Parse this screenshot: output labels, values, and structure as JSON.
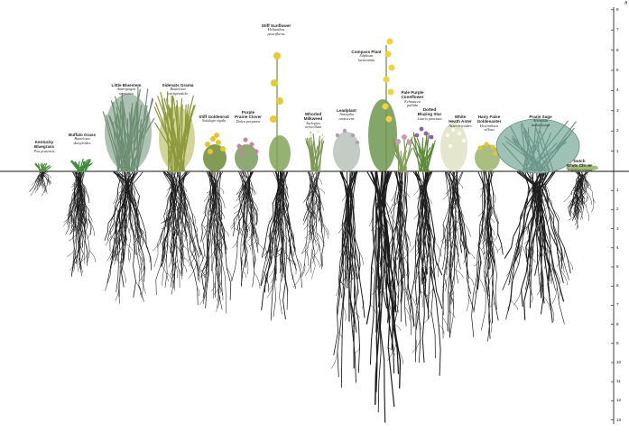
{
  "scale": {
    "unit": "ft",
    "up_ticks": [
      "8",
      "7",
      "6",
      "5",
      "4",
      "3",
      "2",
      "1"
    ],
    "down_ticks": [
      "1",
      "2",
      "3",
      "4",
      "5",
      "6",
      "7",
      "8",
      "9",
      "10",
      "11",
      "12",
      "13"
    ]
  },
  "plants": [
    {
      "common": [
        "Kentucky",
        "Bluegrass"
      ],
      "scientific": [
        "Poa pratensis"
      ]
    },
    {
      "common": [
        "Buffalo Grass"
      ],
      "scientific": [
        "Bouteloua",
        "dactyloides"
      ]
    },
    {
      "common": [
        "Little Bluestem"
      ],
      "scientific": [
        "Andropogon",
        "scoparius"
      ]
    },
    {
      "common": [
        "Sideoats Grama"
      ],
      "scientific": [
        "Bouteloua",
        "curtipendula"
      ]
    },
    {
      "common": [
        "Stiff Goldenrod"
      ],
      "scientific": [
        "Solidago rigida"
      ]
    },
    {
      "common": [
        "Purple",
        "Prairie Clover"
      ],
      "scientific": [
        "Dalea purpurea"
      ]
    },
    {
      "common": [
        "Stiff Sunflower"
      ],
      "scientific": [
        "Helianthus",
        "pauciflorus"
      ]
    },
    {
      "common": [
        "Whorled",
        "Milkweed"
      ],
      "scientific": [
        "Asclepias",
        "verticillata"
      ]
    },
    {
      "common": [
        "Leadplant"
      ],
      "scientific": [
        "Amorpha",
        "canescens"
      ]
    },
    {
      "common": [
        "Compass Plant"
      ],
      "scientific": [
        "Silphium",
        "laciniatum"
      ]
    },
    {
      "common": [
        "Pale Purple",
        "Coneflower"
      ],
      "scientific": [
        "Echinacea",
        "pallida"
      ]
    },
    {
      "common": [
        "Dotted",
        "Blazing Star"
      ],
      "scientific": [
        "Liatris punctata"
      ]
    },
    {
      "common": [
        "White",
        "Heath Aster"
      ],
      "scientific": [
        "Aster ericoides"
      ]
    },
    {
      "common": [
        "Hairy False",
        "Goldenaster"
      ],
      "scientific": [
        "Heterotheca",
        "villosa"
      ]
    },
    {
      "common": [
        "Prarie Sage"
      ],
      "scientific": [
        "Artemisia",
        "ludoviciana"
      ]
    },
    {
      "common": [
        "Dutch",
        "White Clover"
      ],
      "scientific": [
        "Trifolium repens"
      ]
    }
  ]
}
